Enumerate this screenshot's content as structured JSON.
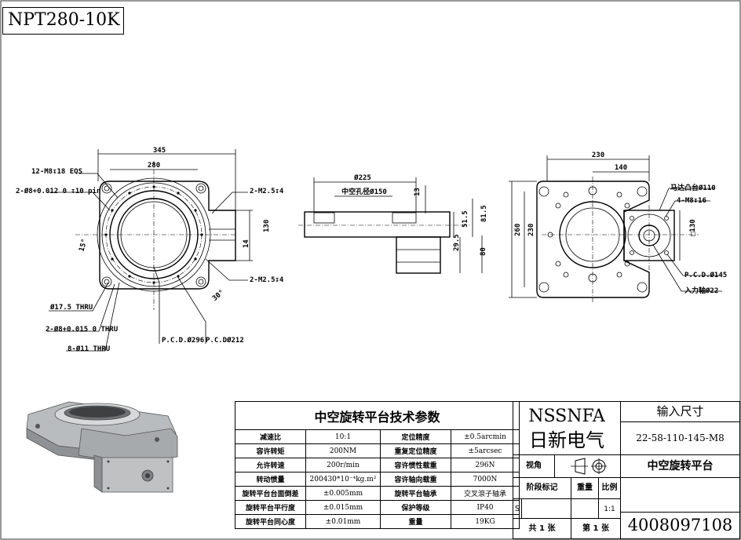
{
  "model": "NPT280-10K",
  "front_view": {
    "dim_width": "345",
    "dim_280": "280",
    "holes_12": "12-M8↧18 EQS",
    "pin_note": "2-Ø8+0.012 0 ↧10 pin",
    "angle_15": "15°",
    "angle_30": "30°",
    "m25_top": "2-M2.5↧4",
    "m25_bottom": "2-M2.5↧4",
    "dim_130": "130",
    "dim_14": "14",
    "thru_175": "Ø17.5 THRU",
    "thru_8": "2-Ø8+0.015 0 THRU",
    "thru_11": "8-Ø11 THRU",
    "pcd_296": "P.C.D.Ø296",
    "pcd_212": "P.C.DØ212"
  },
  "side_view": {
    "dim_225": "Ø225",
    "bore": "中空孔径Ø150",
    "dim_13": "13",
    "dim_515": "51.5",
    "dim_815": "81.5",
    "dim_295": "29.5",
    "dim_80": "80"
  },
  "motor_view": {
    "dim_230": "230",
    "dim_140": "140",
    "dim_260": "260",
    "dim_230v": "230",
    "dim_sq130": "□130",
    "boss": "马达凸台Ø110",
    "m8": "4-M8↧16",
    "pcd_145": "P.C.D.Ø145",
    "shaft": "入力轴Ø22"
  },
  "spec_table": {
    "title": "中空旋转平台技术参数",
    "rows": [
      [
        "减速比",
        "10:1",
        "定位精度",
        "±0.5arcmin"
      ],
      [
        "容许转矩",
        "200NM",
        "重复定位精度",
        "±5arcsec"
      ],
      [
        "允许转速",
        "200r/min",
        "容许惯性载重",
        "296N"
      ],
      [
        "转动惯量",
        "200430*10⁻⁴kg.m²",
        "容许轴向载重",
        "7000N"
      ],
      [
        "旋转平台台面倒差",
        "±0.005mm",
        "旋转平台轴承",
        "交叉滾子轴承"
      ],
      [
        "旋转平台平行度",
        "±0.015mm",
        "保护等级",
        "IP40"
      ],
      [
        "旋转平台同心度",
        "±0.01mm",
        "重量",
        "19KG"
      ]
    ]
  },
  "title_block": {
    "brand_en": "NSSNFA",
    "brand_cn": "日新电气",
    "input_label": "输入尺寸",
    "input_code": "22-58-110-145-M8",
    "view_label": "视角",
    "product_name": "中空旋转平台",
    "stage_label": "阶段标记",
    "weight_label": "重量",
    "scale_label": "比例",
    "stage_s": "S",
    "scale_value": "1:1",
    "total_sheets": "共 1 张",
    "sheet_no": "第 1 张",
    "phone": "4008097108"
  }
}
